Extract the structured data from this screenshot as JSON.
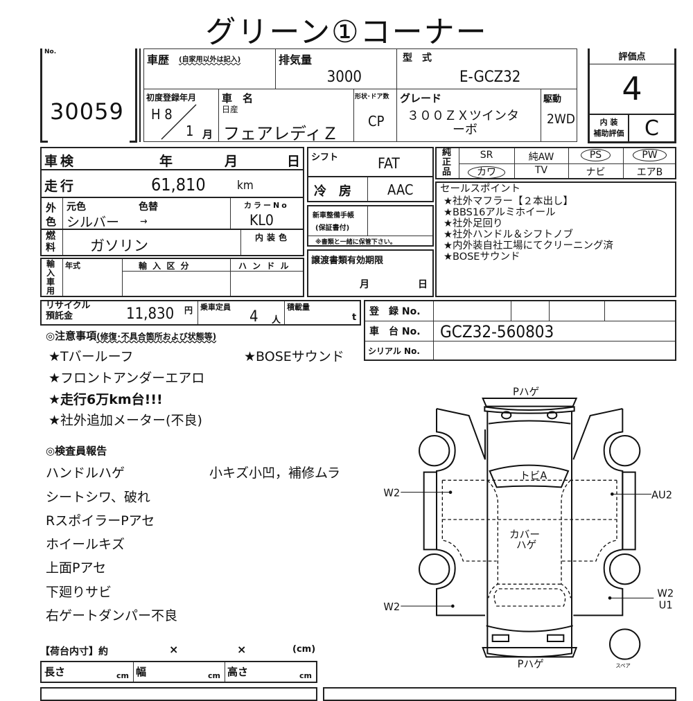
{
  "title": "グリーン①コーナー",
  "lot": {
    "no_label": "No.",
    "number": "30059"
  },
  "history": {
    "label": "車歴",
    "sublabel": "(自家用以外は記入)"
  },
  "displacement": {
    "label": "排気量",
    "value": "3000"
  },
  "model_code": {
    "label": "型　式",
    "value": "E-GCZ32"
  },
  "first_reg": {
    "label": "初度登録年月",
    "year": "H 8",
    "month": "1",
    "month_unit": "月"
  },
  "car_name": {
    "label": "車　名",
    "maker": "日産",
    "value": "フェアレディＺ"
  },
  "body_type": {
    "label": "形状･ドア数",
    "value": "CP"
  },
  "grade": {
    "label": "グレード",
    "value_line1": "３００ＺＸツインタ",
    "value_line2": "ーボ"
  },
  "drive": {
    "label": "駆動",
    "value": "2WD"
  },
  "score": {
    "label": "評価点",
    "value": "4",
    "interior_label1": "内 装",
    "interior_label2": "補助評価",
    "interior_value": "C"
  },
  "inspection": {
    "label": "車検",
    "year": "年",
    "month": "月",
    "day": "日"
  },
  "mileage": {
    "label": "走行",
    "value": "61,810",
    "unit": "km"
  },
  "exterior": {
    "label": "外色",
    "orig_label": "元色",
    "change_label": "色替",
    "orig_value": "シルバー",
    "change_value": "→",
    "color_no_label": "カラーNo",
    "color_no": "KL0"
  },
  "fuel": {
    "label": "燃料",
    "value": "ガソリン",
    "interior_color_label": "内装色"
  },
  "import": {
    "label": "輸入車用",
    "year_label": "年式",
    "class_label": "輸 入 区 分",
    "handle_label": "ハ ン ド ル"
  },
  "shift": {
    "label": "シフト",
    "value": "FAT"
  },
  "ac": {
    "label": "冷　房",
    "value": "AAC"
  },
  "service_book": {
    "label1": "新車整備手帳",
    "label2": "(保証書付)",
    "note": "※書類と一緒に保管下さい。"
  },
  "transfer_docs": {
    "label": "譲渡書類有効期限",
    "month": "月",
    "day": "日"
  },
  "equipment": {
    "label": "純正品",
    "items": [
      {
        "label": "SR",
        "circled": false
      },
      {
        "label": "純AW",
        "circled": false
      },
      {
        "label": "PS",
        "circled": true
      },
      {
        "label": "PW",
        "circled": true
      },
      {
        "label": "カワ",
        "circled": true
      },
      {
        "label": "TV",
        "circled": false
      },
      {
        "label": "ナビ",
        "circled": false
      },
      {
        "label": "エアB",
        "circled": false
      }
    ]
  },
  "sales_points": {
    "label": "セールスポイント",
    "items": [
      "★社外マフラー【２本出し】",
      "★BBS16アルミホイール",
      "★社外足回り",
      "★社外ハンドル＆シフトノブ",
      "★内外装自社工場にてクリーニング済",
      "★BOSEサウンド"
    ]
  },
  "recycle": {
    "label1": "リサイクル",
    "label2": "預託金",
    "value": "11,830",
    "unit": "円"
  },
  "capacity": {
    "label": "乗車定員",
    "value": "4",
    "unit": "人"
  },
  "load": {
    "label": "積載量",
    "unit": "t"
  },
  "registration": {
    "reg_label": "登　録 No.",
    "chassis_label": "車　台 No.",
    "chassis_value": "GCZ32-560803",
    "serial_label": "シリアル No."
  },
  "notes": {
    "label": "◎注意事項",
    "sublabel": "(修復･不具合箇所および状態等)",
    "items": [
      "★Tバールーフ",
      "★BOSEサウンド",
      "★フロントアンダーエアロ",
      "★走行6万km台!!!",
      "★社外追加メーター(不良)"
    ]
  },
  "inspector": {
    "label": "◎検査員報告",
    "items": [
      "ハンドルハゲ",
      "小キズ小凹，補修ムラ",
      "シートシワ、破れ",
      "RスポイラーPアセ",
      "ホイールキズ",
      "上面Pアセ",
      "下廻りサビ",
      "右ゲートダンパー不良"
    ]
  },
  "cargo": {
    "label": "【荷台内寸】約",
    "x1": "×",
    "x2": "×",
    "unit": "(cm)",
    "length": "長さ",
    "width": "幅",
    "height": "高さ",
    "cm": "cm"
  },
  "diagram": {
    "top": "Pハゲ",
    "windshield": "トビA",
    "roof1": "カバー",
    "roof2": "ハゲ",
    "left_front": "W2",
    "left_rear": "W2",
    "right_front": "AU2",
    "right_rear1": "W2",
    "right_rear2": "U1",
    "bottom": "Pハゲ",
    "spare": "スペア"
  }
}
